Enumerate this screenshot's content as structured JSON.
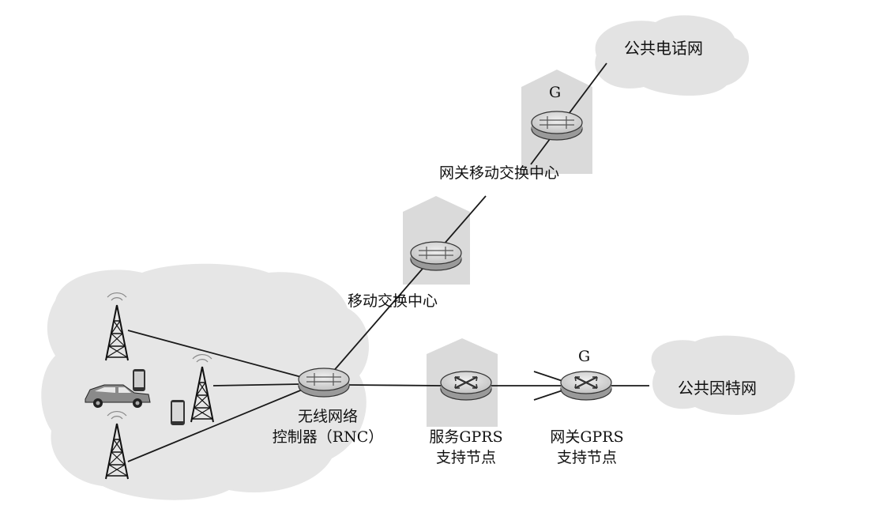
{
  "nodes": {
    "pstn": {
      "label": "公共电话网"
    },
    "gmsc": {
      "label": "网关移动交换中心",
      "marker": "G"
    },
    "msc": {
      "label": "移动交换中心"
    },
    "rnc": {
      "label_line1": "无线网络",
      "label_line2": "控制器（RNC）"
    },
    "sgsn": {
      "label_line1": "服务GPRS",
      "label_line2": "支持节点"
    },
    "ggsn": {
      "label_line1": "网关GPRS",
      "label_line2": "支持节点",
      "marker": "G"
    },
    "internet": {
      "label": "公共因特网"
    }
  },
  "icons": [
    "base-station-icon",
    "car-icon",
    "phone-icon",
    "router-icon",
    "building-icon",
    "cloud-icon"
  ],
  "colors": {
    "cloud": "#e3e3e3",
    "building": "#dadada",
    "router": "#cfcfcf",
    "line": "#1a1a1a"
  }
}
